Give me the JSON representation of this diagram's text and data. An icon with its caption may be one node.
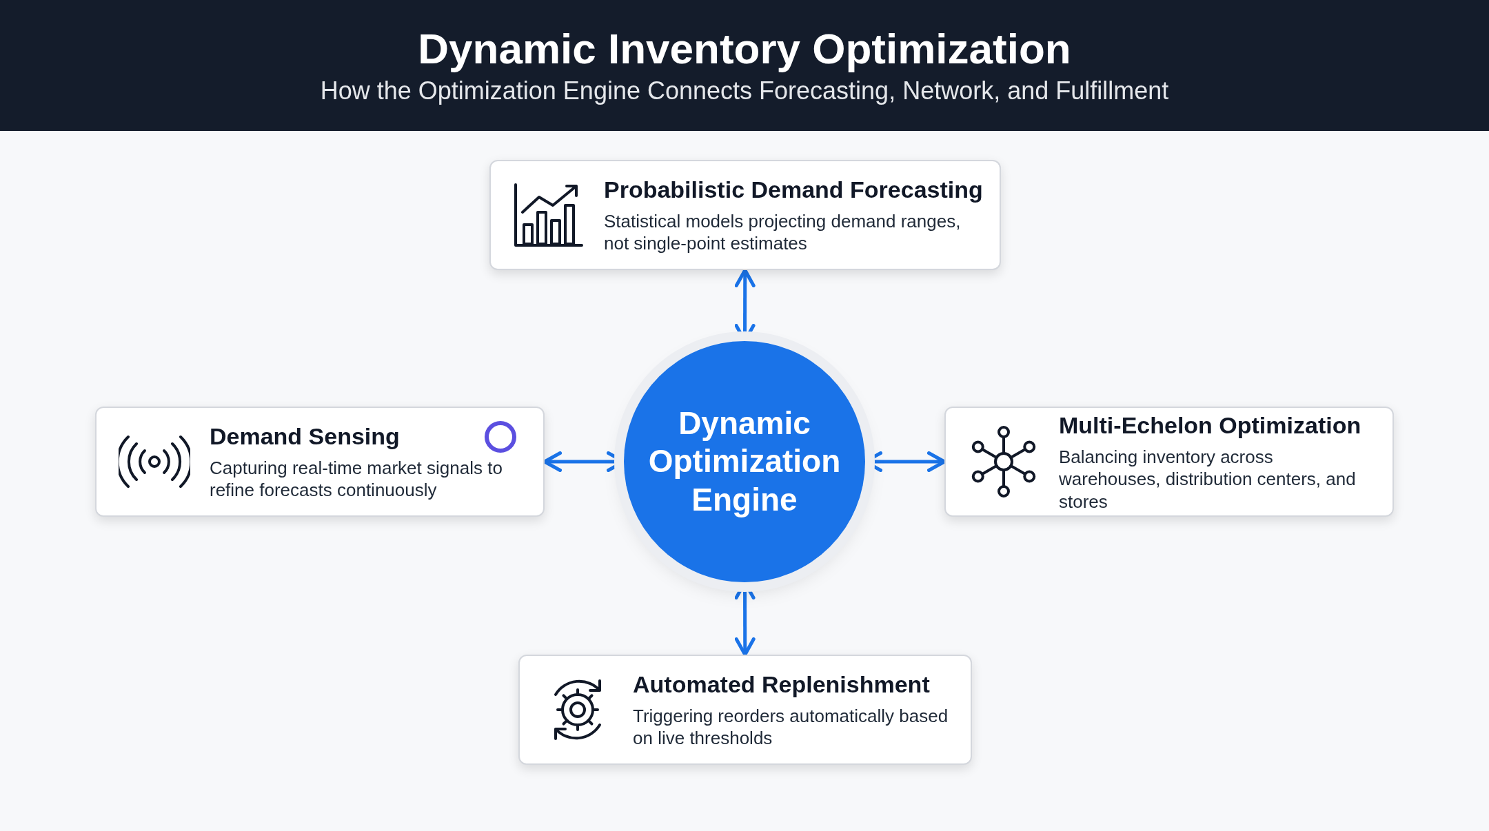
{
  "diagram": {
    "title": "Dynamic Inventory Optimization",
    "caption": "How the Optimization Engine Connects Forecasting, Network, and Fulfillment",
    "nodes": [
      {
        "text": [
          "Probabilistic Demand Forecasting",
          "Statistical models projecting demand ranges, not single-point estimates"
        ]
      },
      {
        "text": [
          "Demand Sensing",
          "Capturing real-time market signals to refine forecasts continuously"
        ]
      },
      {
        "text": [
          "Dynamic Optimization Engine"
        ]
      },
      {
        "text": [
          "Multi-Echelon Optimization",
          "Balancing inventory across warehouses, distribution centers, and stores"
        ]
      },
      {
        "text": [
          "Automated Replenishment",
          "Triggering reorders automatically based on live thresholds"
        ]
      }
    ],
    "edges": [
      {
        "from": 2,
        "to": 0,
        "arrow": "both"
      },
      {
        "from": 2,
        "to": 1,
        "arrow": "both"
      },
      {
        "from": 2,
        "to": 3,
        "arrow": "both"
      },
      {
        "from": 2,
        "to": 4,
        "arrow": "both"
      }
    ]
  }
}
